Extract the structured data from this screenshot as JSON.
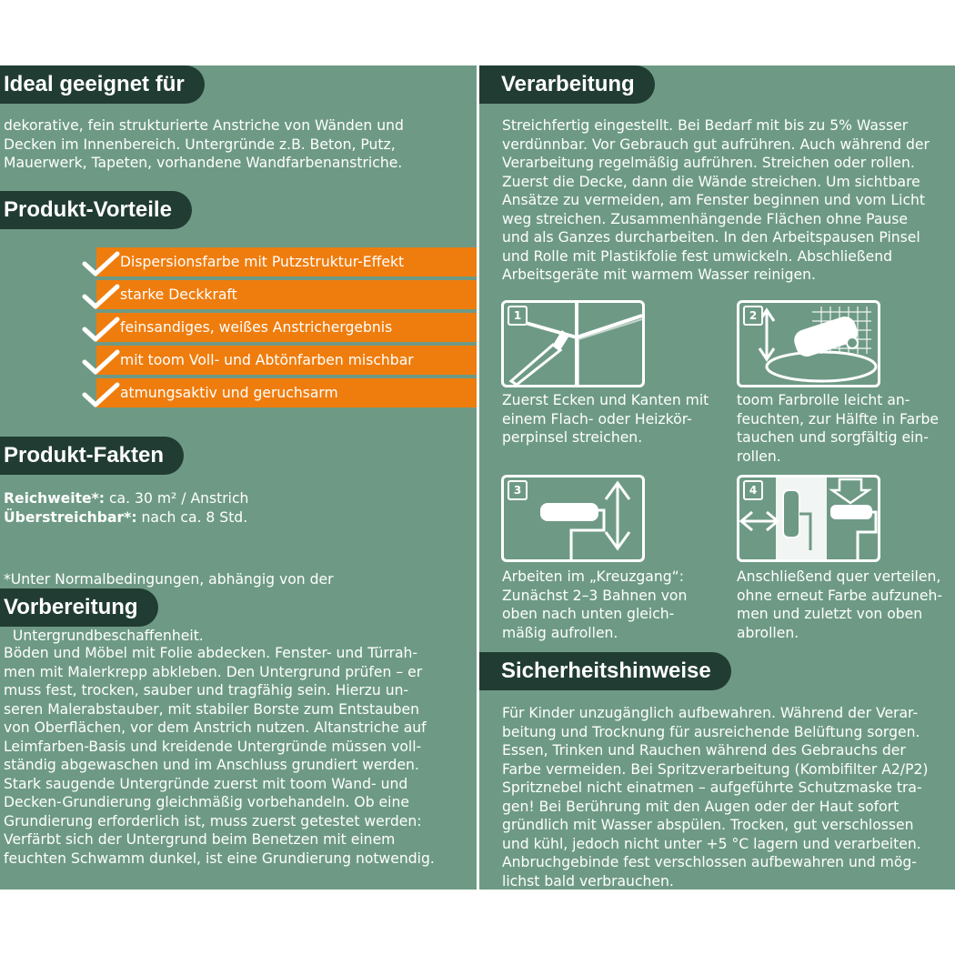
{
  "left": {
    "ideal": {
      "heading": "Ideal geeignet für",
      "lines": [
        "dekorative, fein strukturierte Anstriche von Wänden und",
        "Decken im Innenbereich. Untergründe z.B. Beton, Putz,",
        "Mauerwerk, Tapeten, vorhandene Wandfarbenanstriche."
      ]
    },
    "vorteile": {
      "heading": "Produkt-Vorteile",
      "items": [
        "Dispersionsfarbe mit Putzstruktur-Effekt",
        "starke Deckkraft",
        "feinsandiges, weißes Anstrichergebnis",
        "mit toom Voll- und Abtönfarben mischbar",
        "atmungsaktiv und geruchsarm"
      ]
    },
    "fakten": {
      "heading": "Produkt-Fakten",
      "reichweite_label": "Reichweite*:",
      "reichweite_value": " ca. 30 m² / Anstrich",
      "ueberstreichbar_label": "Überstreichbar*:",
      "ueberstreichbar_value": " nach ca. 8 Std.",
      "note_lines": [
        "*Unter Normalbedingungen, abhängig von der",
        "  Untergrundbeschaffenheit."
      ]
    },
    "vorbereitung": {
      "heading": "Vorbereitung",
      "lines": [
        "Böden und Möbel mit Folie abdecken. Fenster- und Türrah-",
        "men mit Malerkrepp abkleben. Den Untergrund prüfen – er",
        "muss fest, trocken, sauber und tragfähig sein. Hierzu un-",
        "seren Malerabstauber, mit stabiler Borste zum Entstauben",
        "von Oberflächen, vor dem Anstrich nutzen. Altanstriche auf",
        "Leimfarben-Basis und kreidende Untergründe müssen voll-",
        "ständig abgewaschen und im Anschluss grundiert werden.",
        "Stark saugende Untergründe zuerst mit toom Wand- und",
        "Decken-Grundierung gleichmäßig vorbehandeln. Ob eine",
        "Grundierung erforderlich ist, muss zuerst getestet werden:",
        "Verfärbt sich der Untergrund beim Benetzen mit einem",
        "feuchten Schwamm dunkel, ist eine Grundierung notwendig."
      ]
    }
  },
  "right": {
    "verarbeitung": {
      "heading": "Verarbeitung",
      "lines": [
        "Streichfertig eingestellt. Bei Bedarf mit bis zu 5% Wasser",
        "verdünnbar. Vor Gebrauch gut aufrühren. Auch während der",
        "Verarbeitung regelmäßig aufrühren. Streichen oder rollen.",
        "Zuerst die Decke, dann die Wände streichen. Um sichtbare",
        "Ansätze zu vermeiden, am Fenster beginnen und vom Licht",
        "weg streichen. Zusammenhängende Flächen ohne Pause",
        "und als Ganzes durcharbeiten. In den Arbeitspausen Pinsel",
        "und Rolle mit Plastikfolie fest umwickeln. Abschließend",
        "Arbeitsgeräte mit warmem Wasser reinigen."
      ]
    },
    "steps": [
      {
        "num": "1",
        "lines": [
          "Zuerst Ecken und Kanten mit",
          "einem Flach- oder Heizkör-",
          "perpinsel streichen."
        ]
      },
      {
        "num": "2",
        "lines": [
          "toom Farbrolle leicht an-",
          "feuchten, zur Hälfte in Farbe",
          "tauchen und sorgfältig ein-",
          "rollen."
        ]
      },
      {
        "num": "3",
        "lines": [
          "Arbeiten im „Kreuzgang“:",
          "Zunächst 2–3 Bahnen von",
          "oben nach unten gleich-",
          "mäßig aufrollen."
        ]
      },
      {
        "num": "4",
        "lines": [
          "Anschließend quer verteilen,",
          "ohne erneut Farbe aufzuneh-",
          "men und zuletzt von oben",
          "abrollen."
        ]
      }
    ],
    "sicherheit": {
      "heading": "Sicherheitshinweise",
      "lines": [
        "Für Kinder unzugänglich aufbewahren. Während der Verar-",
        "beitung und Trocknung für ausreichende Belüftung sorgen.",
        "Essen, Trinken und Rauchen während des Gebrauchs der",
        "Farbe vermeiden. Bei Spritzverarbeitung (Kombifilter A2/P2)",
        "Spritznebel nicht einatmen – aufgeführte Schutzmaske tra-",
        "gen! Bei Berührung mit den Augen oder der Haut sofort",
        "gründlich mit Wasser abspülen. Trocken, gut verschlossen",
        "und kühl, jedoch nicht unter +5 °C lagern und verarbeiten.",
        "Anbruchgebinde fest verschlossen aufbewahren und mög-",
        "lichst bald verbrauchen."
      ]
    }
  },
  "colors": {
    "panel": "#6e9a85",
    "heading": "#213c33",
    "accent": "#ef7d0e",
    "text": "#ffffff"
  },
  "icons": [
    "check-icon",
    "brush-corner-icon",
    "roller-tray-icon",
    "roller-vertical-icon",
    "roller-horizontal-icon"
  ]
}
